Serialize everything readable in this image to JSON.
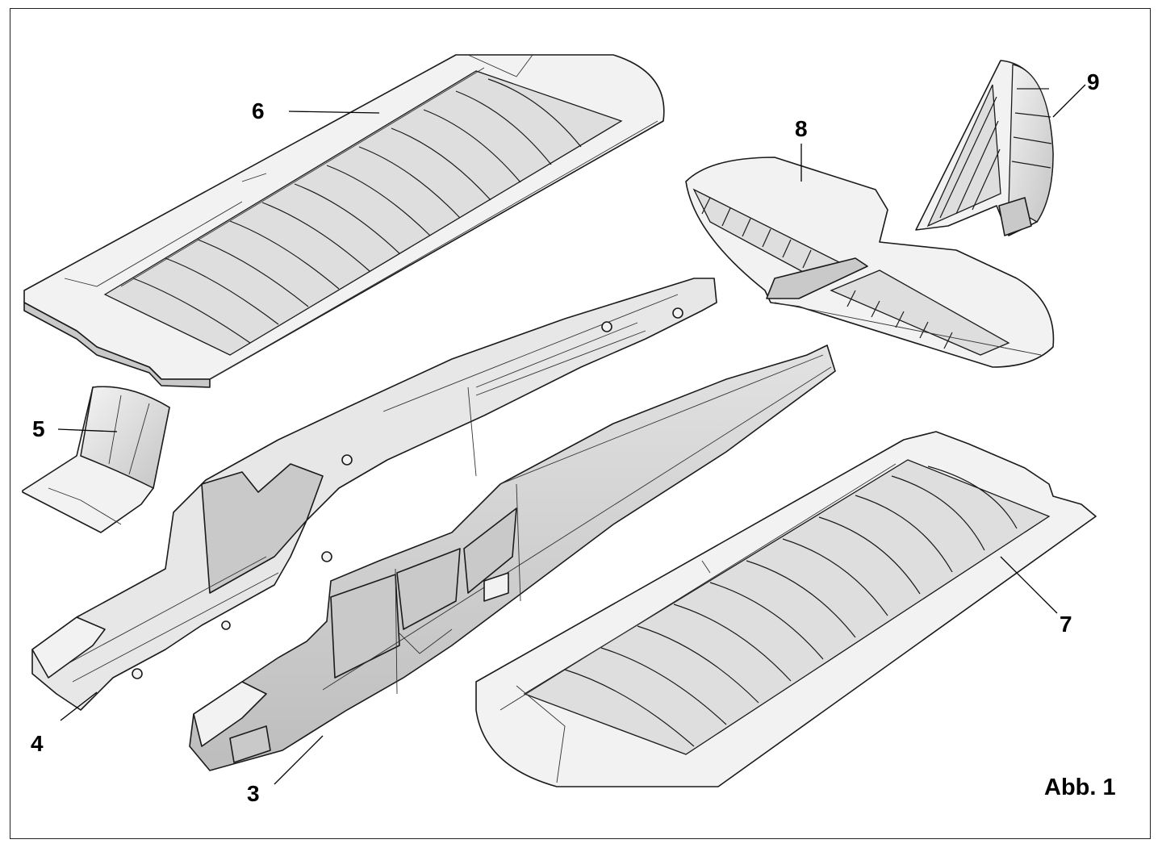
{
  "figure": {
    "caption": "Abb. 1",
    "callouts": [
      {
        "id": "3",
        "text": "3"
      },
      {
        "id": "4",
        "text": "4"
      },
      {
        "id": "5",
        "text": "5"
      },
      {
        "id": "6",
        "text": "6"
      },
      {
        "id": "7",
        "text": "7"
      },
      {
        "id": "8",
        "text": "8"
      },
      {
        "id": "9",
        "text": "9"
      }
    ]
  }
}
